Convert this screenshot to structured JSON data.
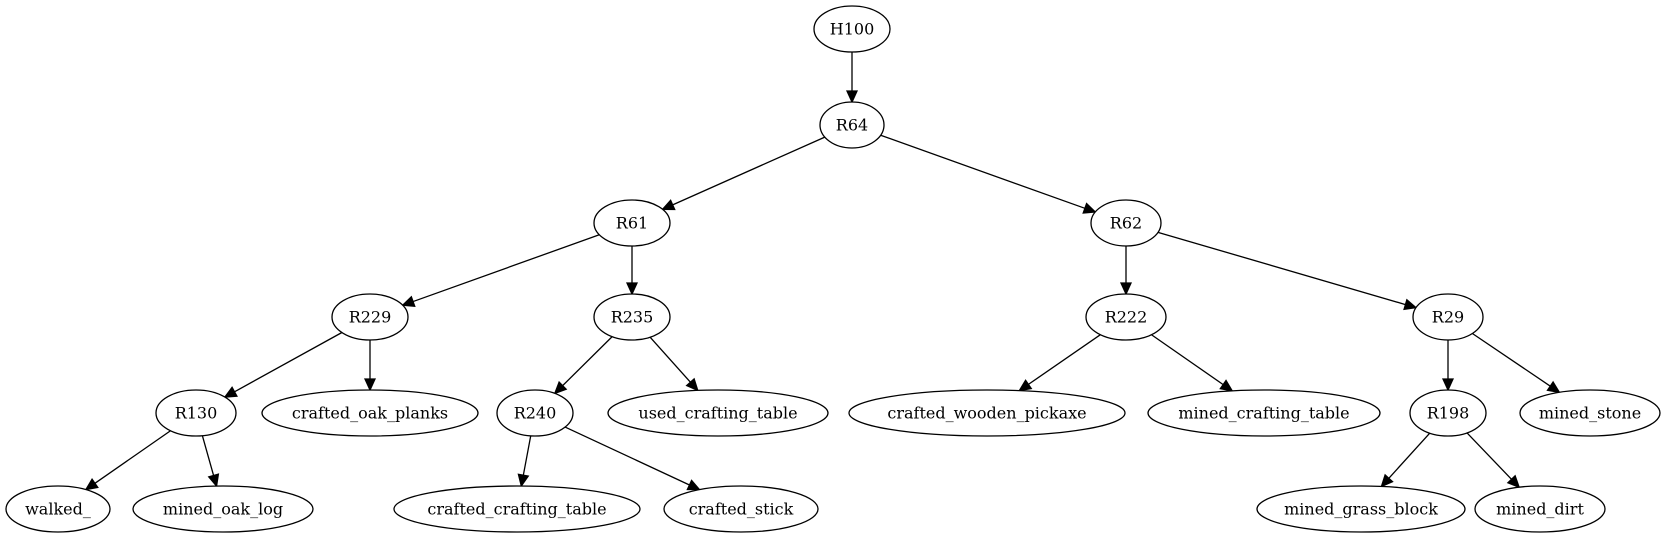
{
  "diagram": {
    "nodes": [
      {
        "id": "H100",
        "label": "H100"
      },
      {
        "id": "R64",
        "label": "R64"
      },
      {
        "id": "R61",
        "label": "R61"
      },
      {
        "id": "R62",
        "label": "R62"
      },
      {
        "id": "R229",
        "label": "R229"
      },
      {
        "id": "R235",
        "label": "R235"
      },
      {
        "id": "R222",
        "label": "R222"
      },
      {
        "id": "R29",
        "label": "R29"
      },
      {
        "id": "R130",
        "label": "R130"
      },
      {
        "id": "crafted_oak_planks",
        "label": "crafted_oak_planks"
      },
      {
        "id": "R240",
        "label": "R240"
      },
      {
        "id": "used_crafting_table",
        "label": "used_crafting_table"
      },
      {
        "id": "crafted_wooden_pickaxe",
        "label": "crafted_wooden_pickaxe"
      },
      {
        "id": "mined_crafting_table",
        "label": "mined_crafting_table"
      },
      {
        "id": "R198",
        "label": "R198"
      },
      {
        "id": "mined_stone",
        "label": "mined_stone"
      },
      {
        "id": "walked_",
        "label": "walked_"
      },
      {
        "id": "mined_oak_log",
        "label": "mined_oak_log"
      },
      {
        "id": "crafted_crafting_table",
        "label": "crafted_crafting_table"
      },
      {
        "id": "crafted_stick",
        "label": "crafted_stick"
      },
      {
        "id": "mined_grass_block",
        "label": "mined_grass_block"
      },
      {
        "id": "mined_dirt",
        "label": "mined_dirt"
      }
    ],
    "edges": [
      {
        "from": "H100",
        "to": "R64"
      },
      {
        "from": "R64",
        "to": "R61"
      },
      {
        "from": "R64",
        "to": "R62"
      },
      {
        "from": "R61",
        "to": "R229"
      },
      {
        "from": "R61",
        "to": "R235"
      },
      {
        "from": "R62",
        "to": "R222"
      },
      {
        "from": "R62",
        "to": "R29"
      },
      {
        "from": "R229",
        "to": "R130"
      },
      {
        "from": "R229",
        "to": "crafted_oak_planks"
      },
      {
        "from": "R235",
        "to": "R240"
      },
      {
        "from": "R235",
        "to": "used_crafting_table"
      },
      {
        "from": "R222",
        "to": "crafted_wooden_pickaxe"
      },
      {
        "from": "R222",
        "to": "mined_crafting_table"
      },
      {
        "from": "R29",
        "to": "R198"
      },
      {
        "from": "R29",
        "to": "mined_stone"
      },
      {
        "from": "R130",
        "to": "walked_"
      },
      {
        "from": "R130",
        "to": "mined_oak_log"
      },
      {
        "from": "R240",
        "to": "crafted_crafting_table"
      },
      {
        "from": "R240",
        "to": "crafted_stick"
      },
      {
        "from": "R198",
        "to": "mined_grass_block"
      },
      {
        "from": "R198",
        "to": "mined_dirt"
      }
    ]
  }
}
